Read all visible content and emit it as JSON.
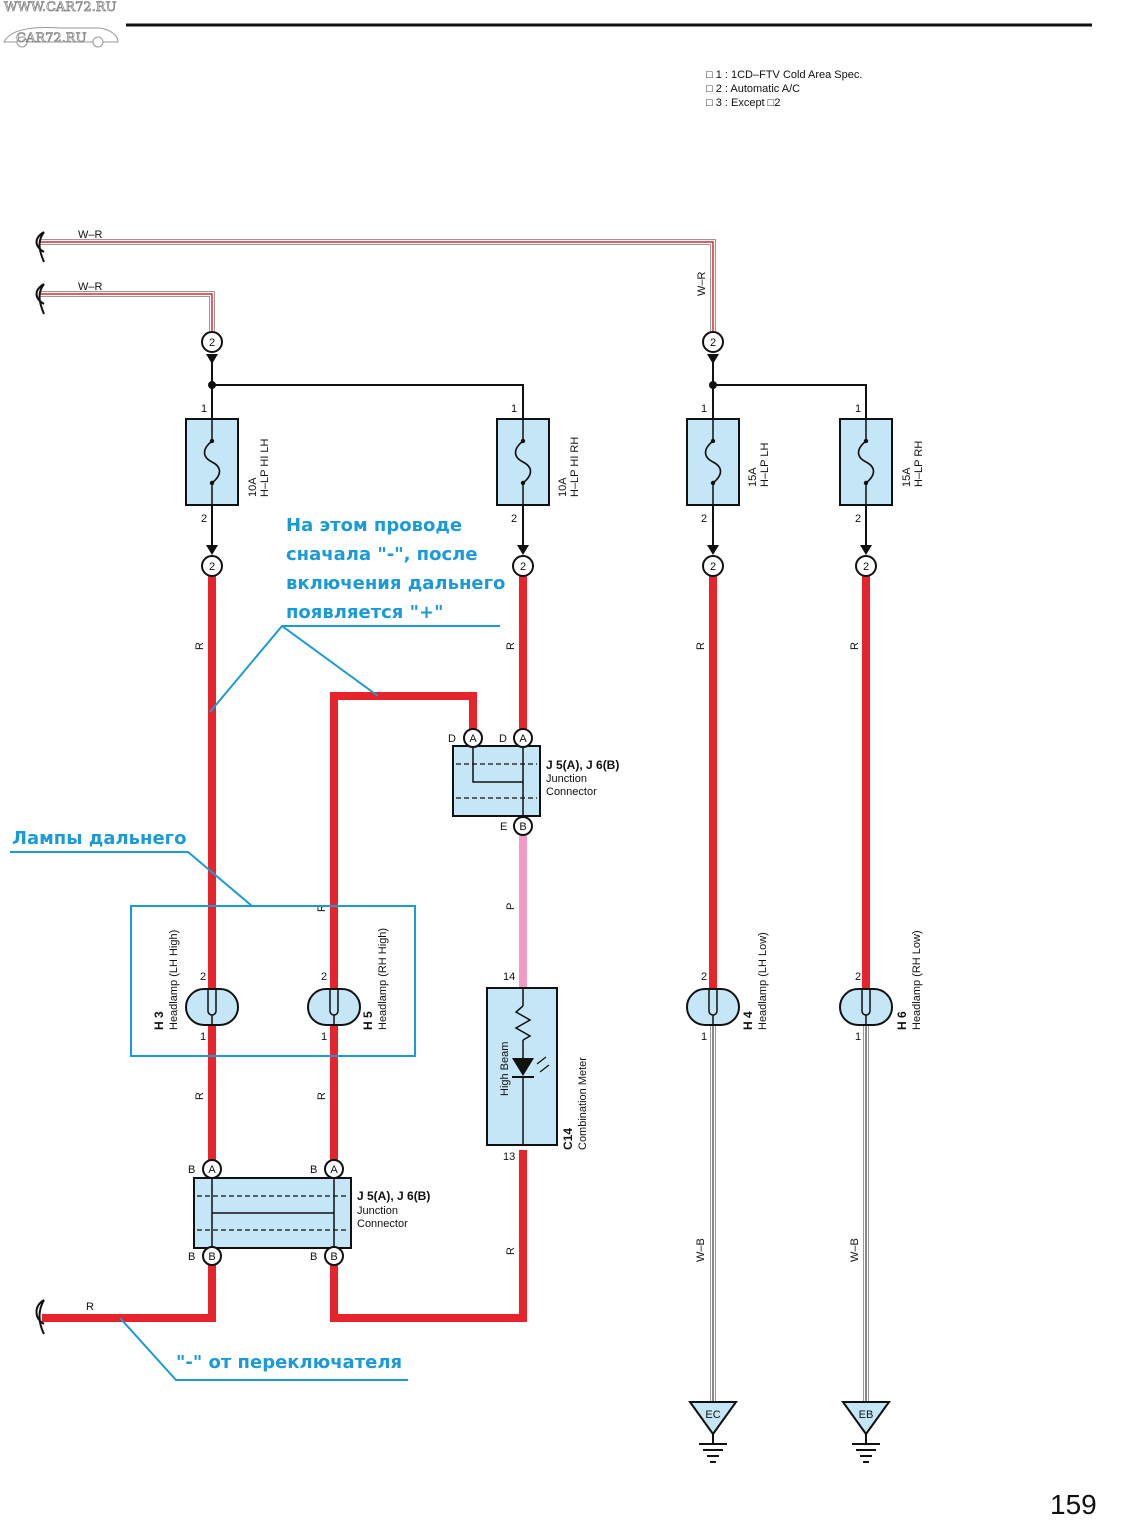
{
  "watermark": {
    "site_url": "WWW.CAR72.RU",
    "site_logo": "CAR72.RU"
  },
  "notes": [
    "□ 1 : 1CD–FTV Cold Area Spec.",
    "□ 2 : Automatic A/C",
    "□ 3 : Except □2"
  ],
  "page_number": "159",
  "wire_colors": {
    "W-R": "W–R",
    "R": "R",
    "P": "P",
    "W-B": "W–B"
  },
  "pins": {
    "p1": "1",
    "p2": "2",
    "p13": "13",
    "p14": "14",
    "A": "A",
    "B": "B",
    "D": "D",
    "E": "E"
  },
  "fuses": [
    {
      "rating": "10A",
      "name": "H–LP HI LH"
    },
    {
      "rating": "10A",
      "name": "H–LP HI RH"
    },
    {
      "rating": "15A",
      "name": "H–LP LH"
    },
    {
      "rating": "15A",
      "name": "H–LP RH"
    }
  ],
  "junction": {
    "code": "J 5(A), J 6(B)",
    "line1": "Junction",
    "line2": "Connector"
  },
  "headlamps": {
    "h3": {
      "code": "H 3",
      "name": "Headlamp (LH High)"
    },
    "h5": {
      "code": "H 5",
      "name": "Headlamp (RH High)"
    },
    "h4": {
      "code": "H 4",
      "name": "Headlamp (LH Low)"
    },
    "h6": {
      "code": "H 6",
      "name": "Headlamp (RH Low)"
    }
  },
  "meter": {
    "code": "C14",
    "name": "Combination Meter",
    "indicator": "High Beam"
  },
  "grounds": {
    "ec": "EC",
    "eb": "EB"
  },
  "annotations": {
    "wire_note": [
      "На этом проводе",
      "сначала \"-\", после",
      "включения дальнего",
      "появляется \"+\""
    ],
    "lamps_label": "Лампы дальнего",
    "switch_note": "\"-\" от переключателя"
  },
  "colors": {
    "wire_red": "#e8242b",
    "wire_pink": "#f29ac4",
    "component_fill": "#c5e6f6",
    "annotation_blue": "#1a9bd7"
  }
}
